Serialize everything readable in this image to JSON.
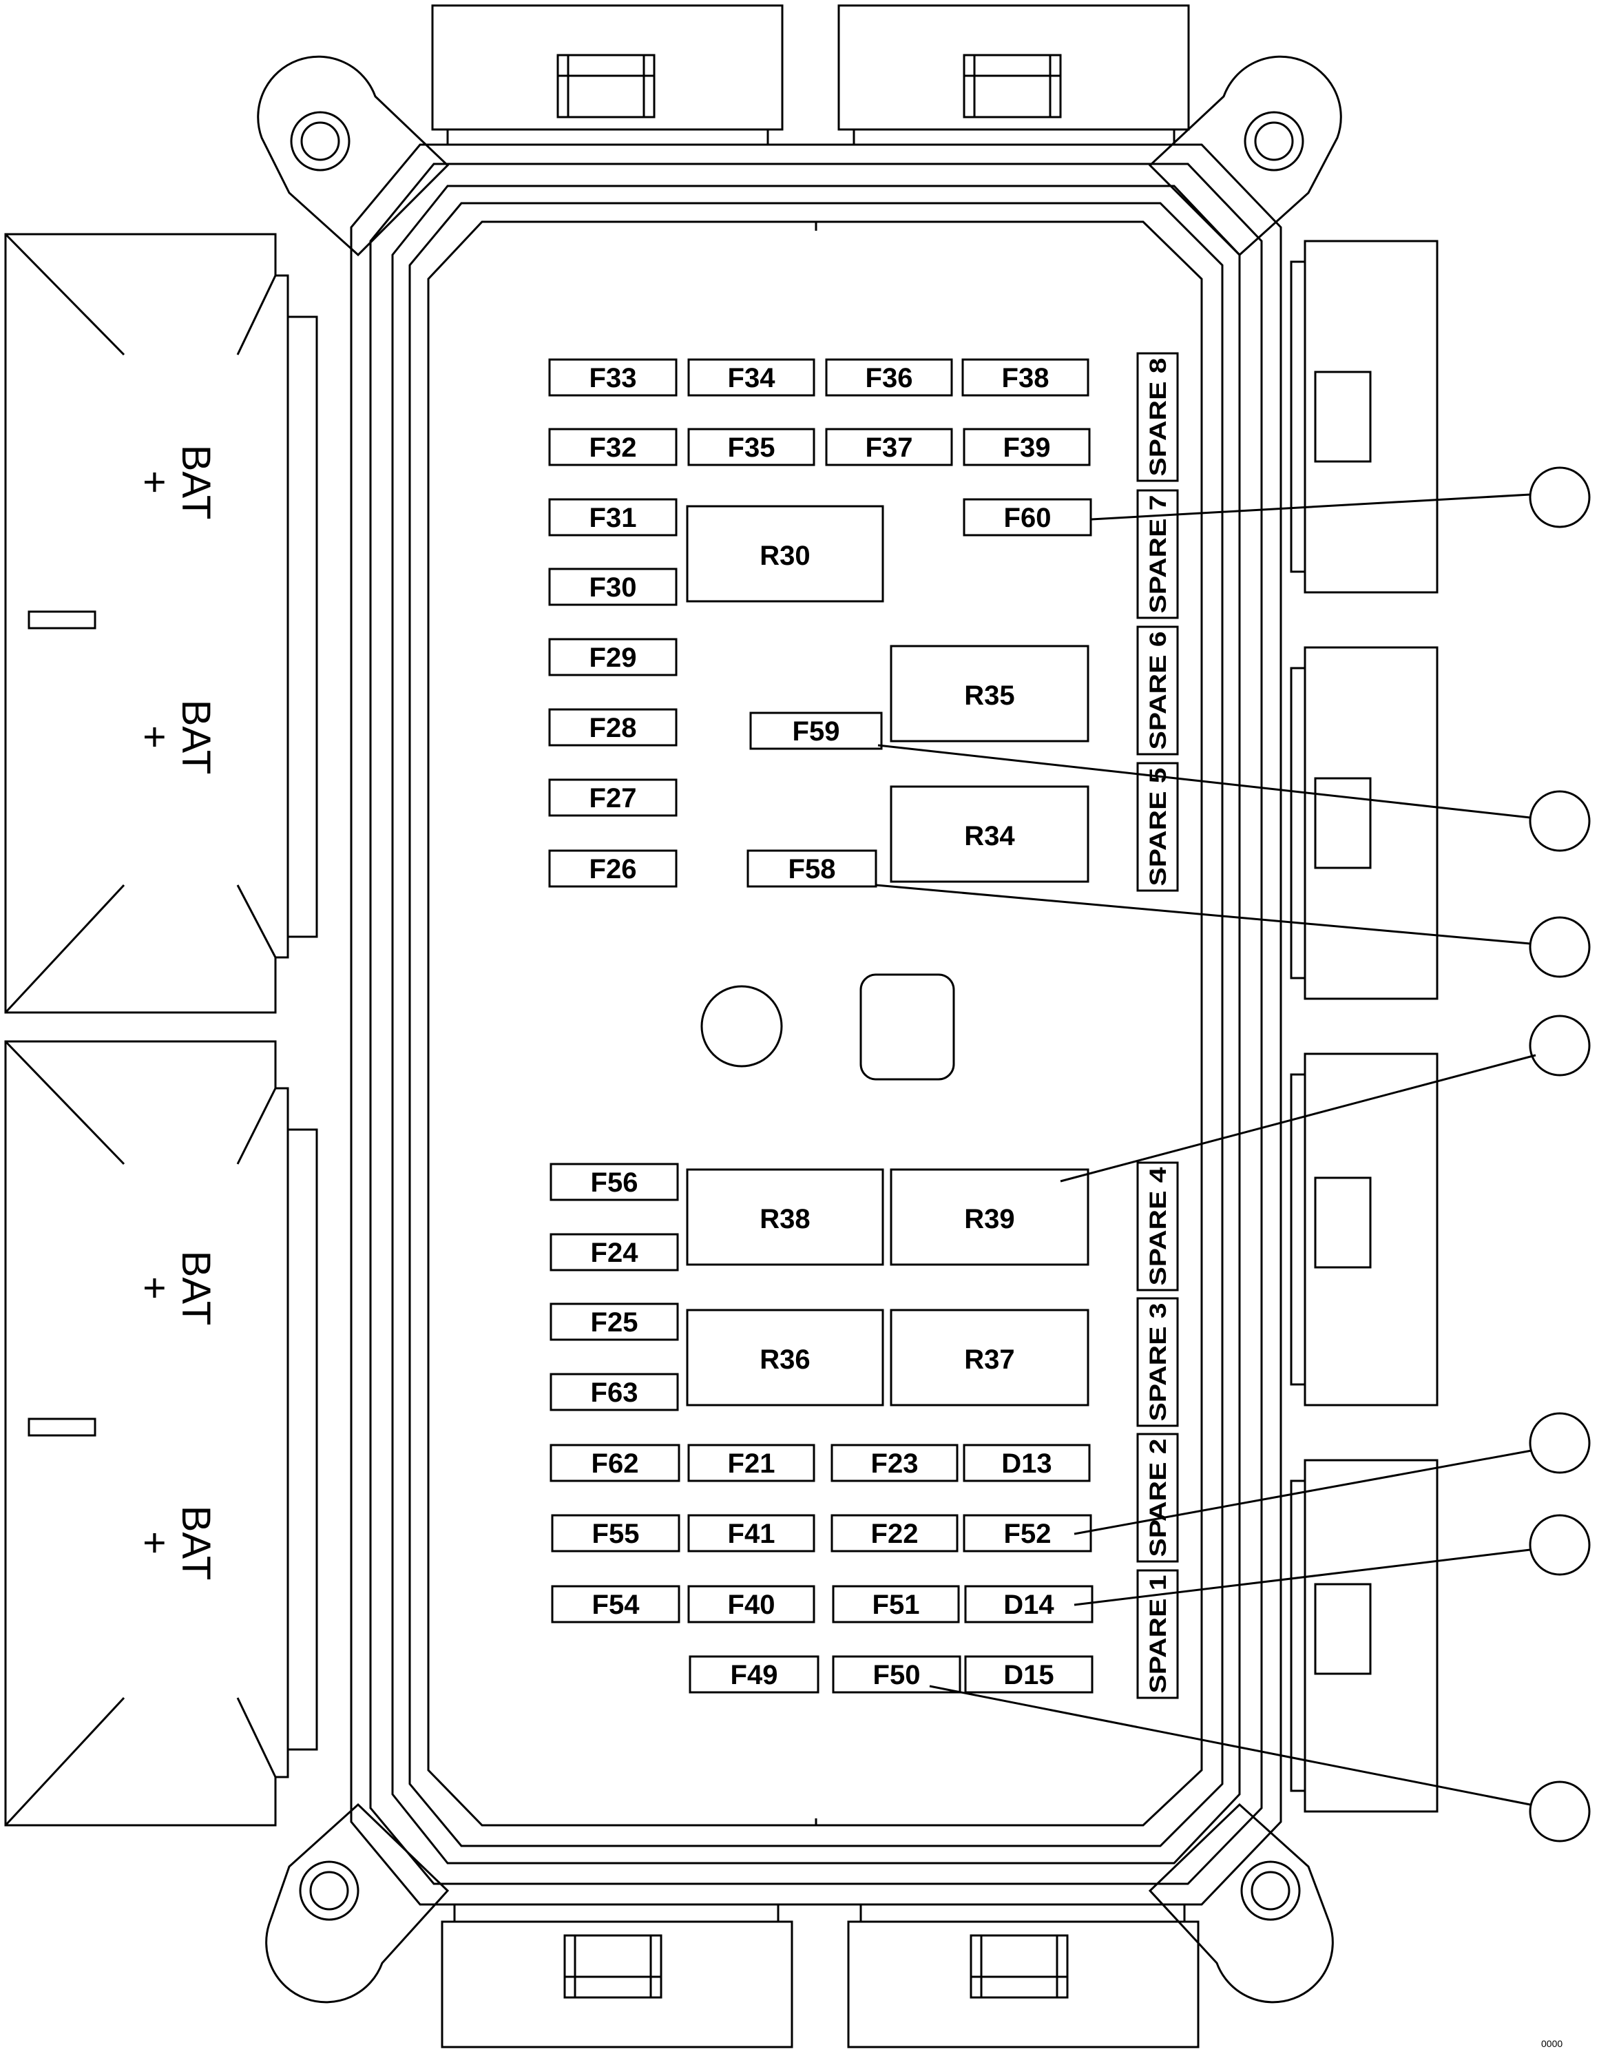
{
  "fuse_box": {
    "bat_label": "BAT\n+",
    "fuses": [
      "F33",
      "F34",
      "F36",
      "F38",
      "F32",
      "F35",
      "F37",
      "F39",
      "F31",
      "F30",
      "F60",
      "F29",
      "F28",
      "F59",
      "F27",
      "F26",
      "F58",
      "F56",
      "F24",
      "F25",
      "F63",
      "F62",
      "F21",
      "F23",
      "D13",
      "F55",
      "F41",
      "F22",
      "F52",
      "F54",
      "F40",
      "F51",
      "D14",
      "F49",
      "F50",
      "D15"
    ],
    "relays": [
      "R30",
      "R35",
      "R34",
      "R38",
      "R39",
      "R36",
      "R37"
    ],
    "spares": [
      "SPARE 8",
      "SPARE 7",
      "SPARE 6",
      "SPARE 5",
      "SPARE 4",
      "SPARE 3",
      "SPARE 2",
      "SPARE 1"
    ],
    "image_tag": "0000"
  }
}
